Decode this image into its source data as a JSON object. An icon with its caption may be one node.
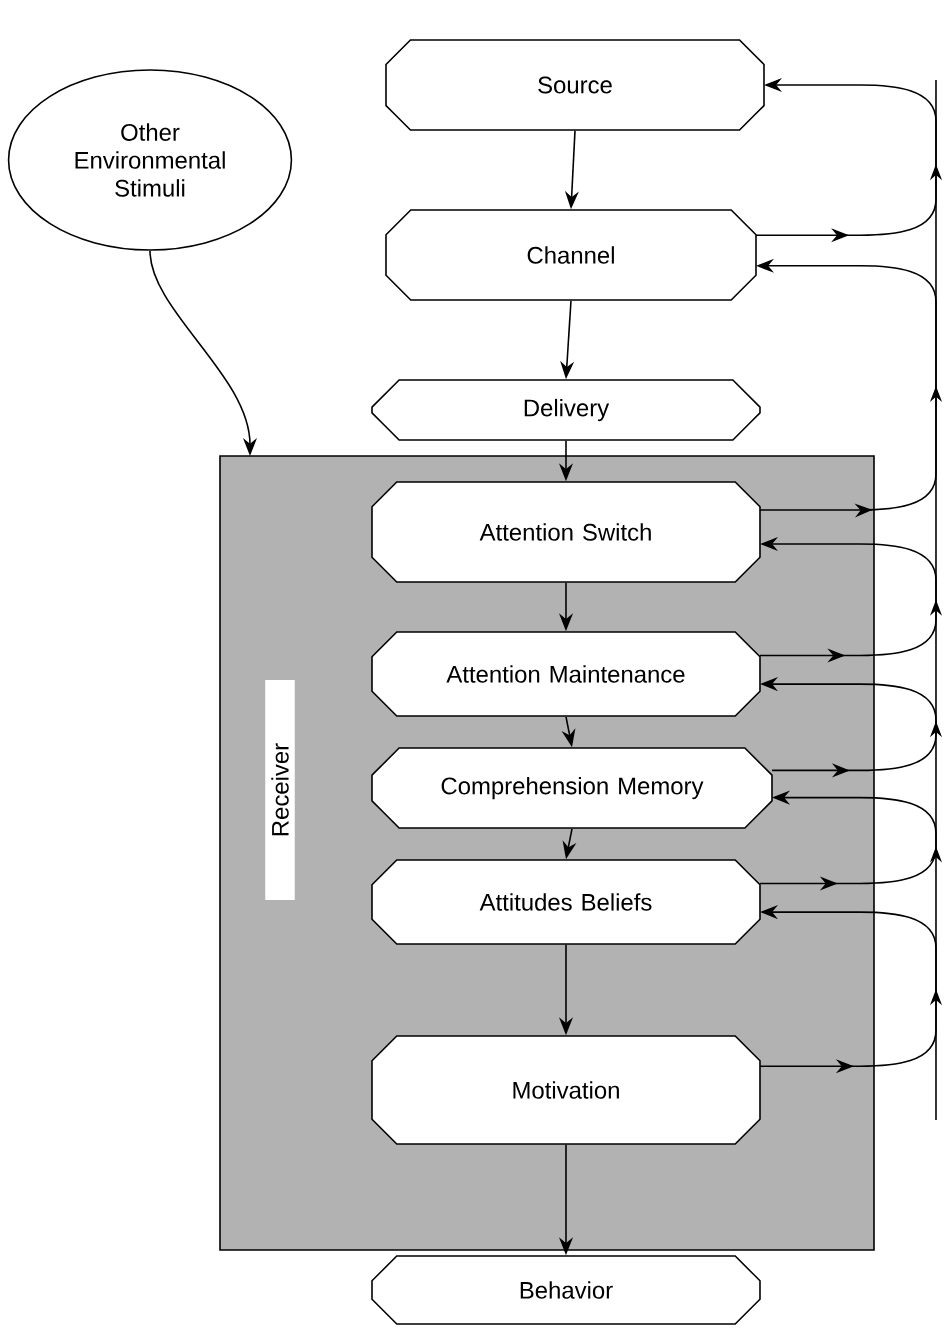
{
  "diagram": {
    "nodes": [
      {
        "text": [
          "Other Environmental Stimuli"
        ]
      },
      {
        "text": [
          "Source"
        ]
      },
      {
        "text": [
          "Channel"
        ]
      },
      {
        "text": [
          "Delivery"
        ]
      },
      {
        "text": [
          "Receiver"
        ]
      },
      {
        "text": [
          "Attention Switch"
        ],
        "in": 4
      },
      {
        "text": [
          "Attention Maintenance"
        ],
        "in": 4
      },
      {
        "text": [
          "Comprehension Memory"
        ],
        "in": 4
      },
      {
        "text": [
          "Attitudes Beliefs"
        ],
        "in": 4
      },
      {
        "text": [
          "Motivation"
        ],
        "in": 4
      },
      {
        "text": [
          "Behavior"
        ]
      }
    ],
    "edges": [
      {
        "from": 0,
        "to": 4,
        "arrow": "to"
      },
      {
        "from": 1,
        "to": 2,
        "arrow": "to"
      },
      {
        "from": 2,
        "to": 3,
        "arrow": "to"
      },
      {
        "from": 3,
        "to": 5,
        "arrow": "to"
      },
      {
        "from": 5,
        "to": 6,
        "arrow": "to"
      },
      {
        "from": 6,
        "to": 7,
        "arrow": "to"
      },
      {
        "from": 7,
        "to": 8,
        "arrow": "to"
      },
      {
        "from": 8,
        "to": 9,
        "arrow": "to"
      },
      {
        "from": 9,
        "to": 10,
        "arrow": "to"
      },
      {
        "from": 2,
        "to": 1,
        "arrow": "to"
      },
      {
        "from": 5,
        "to": 2,
        "arrow": "to"
      },
      {
        "from": 6,
        "to": 5,
        "arrow": "to"
      },
      {
        "from": 7,
        "to": 6,
        "arrow": "to"
      },
      {
        "from": 8,
        "to": 7,
        "arrow": "to"
      },
      {
        "from": 9,
        "to": 8,
        "arrow": "to"
      }
    ]
  }
}
